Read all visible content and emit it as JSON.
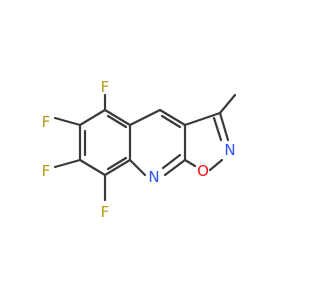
{
  "molecule": {
    "atoms": [
      {
        "id": "F1",
        "label": "F",
        "color": "#b39b1a"
      },
      {
        "id": "F2",
        "label": "F",
        "color": "#b39b1a"
      },
      {
        "id": "F3",
        "label": "F",
        "color": "#b39b1a"
      },
      {
        "id": "F4",
        "label": "F",
        "color": "#b39b1a"
      },
      {
        "id": "N1",
        "label": "N",
        "color": "#3050f8"
      },
      {
        "id": "N2",
        "label": "N",
        "color": "#3050f8"
      },
      {
        "id": "O1",
        "label": "O",
        "color": "#ff0d0d"
      }
    ],
    "bond_color": "#3a3a3a"
  }
}
